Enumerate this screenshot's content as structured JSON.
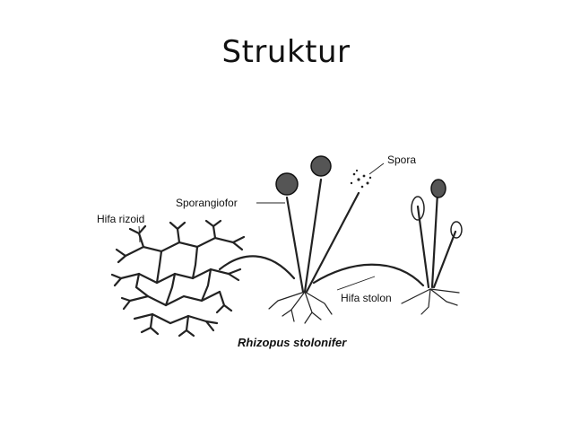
{
  "slide": {
    "title": "Struktur"
  },
  "diagram": {
    "labels": {
      "spora": "Spora",
      "sporangiofor": "Sporangiofor",
      "hifa_rizoid": "Hifa rizoid",
      "hifa_stolon": "Hifa stolon"
    },
    "caption": "Rhizopus stolonifer"
  },
  "colors": {
    "ink": "#222222",
    "background": "#ffffff"
  }
}
